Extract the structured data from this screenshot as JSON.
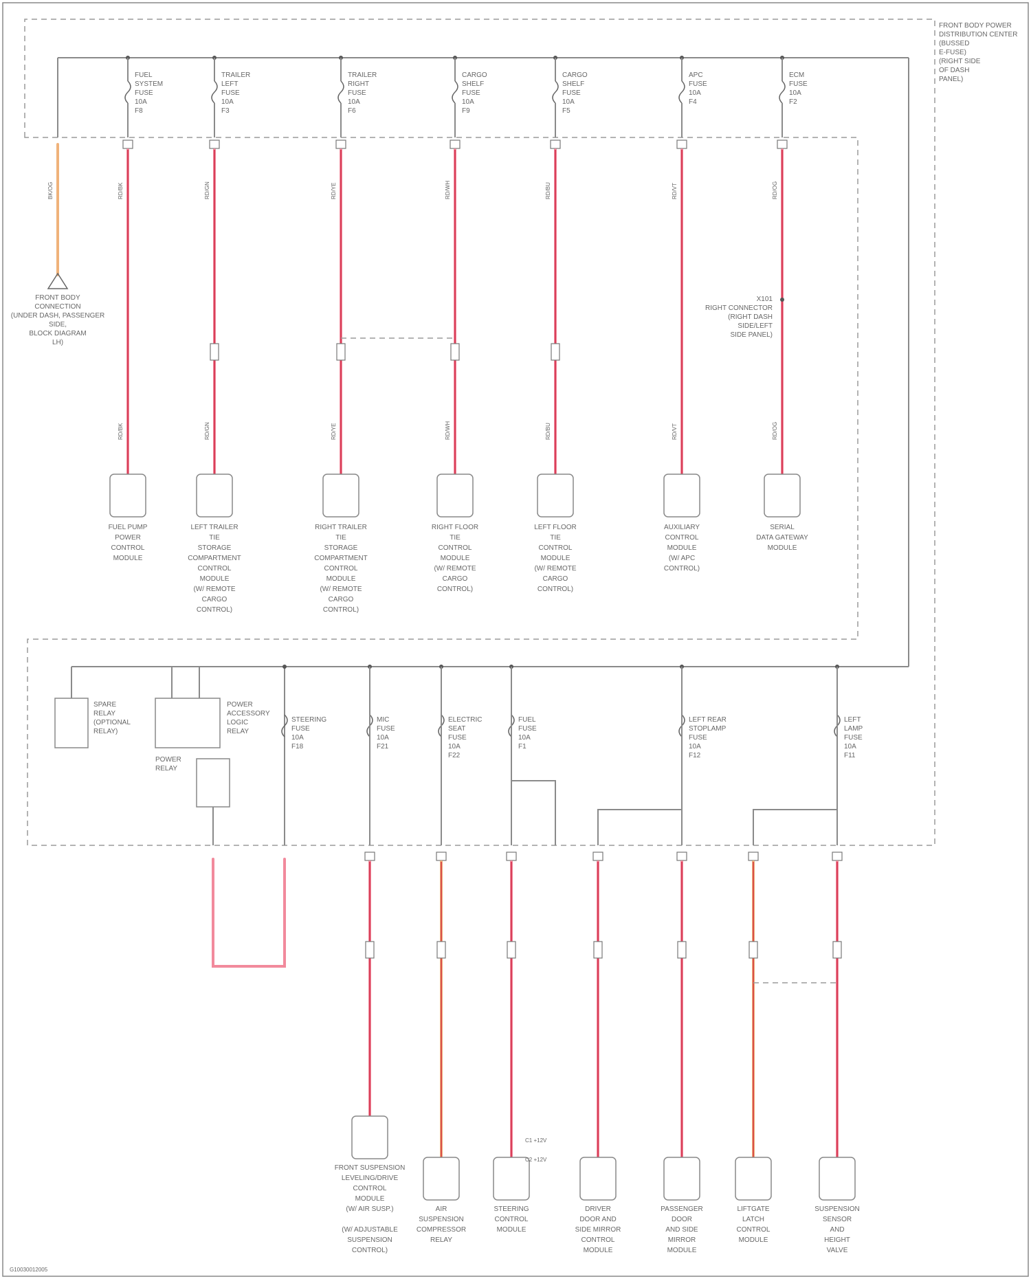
{
  "diagram": {
    "title": "Power Distribution Wiring Diagram",
    "colors": {
      "wire_red": "#f28a9c",
      "wire_red_core": "#c8102e",
      "wire_orange": "#f0b27a",
      "wire_gray": "#9a9a9a",
      "frame": "#888888"
    },
    "header_labels": [
      "FRONT BODY POWER",
      "DISTRIBUTION CENTER",
      "(BUSSED",
      "E-FUSE)",
      "(RIGHT SIDE",
      "OF DASH",
      "PANEL)"
    ],
    "upper_branches": [
      {
        "fuse_label": [
          "FUEL",
          "SYSTEM",
          "FUSE",
          "10A",
          "F8"
        ],
        "wire_code": "RD/BK",
        "component_label": [
          "FUEL PUMP",
          "POWER",
          "CONTROL",
          "MODULE"
        ]
      },
      {
        "fuse_label": [
          "TRAILER",
          "LEFT",
          "FUSE",
          "10A",
          "F3"
        ],
        "wire_code": "RD/GN",
        "component_label": [
          "LEFT TRAILER",
          "TIE",
          "STORAGE",
          "COMPARTMENT",
          "CONTROL",
          "MODULE",
          "(W/ REMOTE",
          "CARGO",
          "CONTROL)"
        ]
      },
      {
        "fuse_label": [
          "TRAILER",
          "RIGHT",
          "FUSE",
          "10A",
          "F6"
        ],
        "wire_code": "RD/YE",
        "component_label": [
          "RIGHT TRAILER",
          "TIE",
          "STORAGE",
          "COMPARTMENT",
          "CONTROL",
          "MODULE",
          "(W/ REMOTE",
          "CARGO",
          "CONTROL)"
        ]
      },
      {
        "fuse_label": [
          "CARGO",
          "SHELF",
          "FUSE",
          "10A",
          "F9"
        ],
        "wire_code": "RD/WH",
        "component_label": [
          "RIGHT FLOOR",
          "TIE",
          "CONTROL",
          "MODULE",
          "(W/ REMOTE",
          "CARGO",
          "CONTROL)"
        ]
      },
      {
        "fuse_label": [
          "CARGO",
          "SHELF",
          "FUSE",
          "10A",
          "F5"
        ],
        "wire_code": "RD/BU",
        "component_label": [
          "LEFT FLOOR",
          "TIE",
          "CONTROL",
          "MODULE",
          "(W/ REMOTE",
          "CARGO",
          "CONTROL)"
        ]
      },
      {
        "fuse_label": [
          "APC",
          "FUSE",
          "10A",
          "F4"
        ],
        "wire_code": "RD/VT",
        "component_label": [
          "AUXILIARY",
          "CONTROL",
          "MODULE",
          "(W/ APC",
          "CONTROL)"
        ]
      },
      {
        "fuse_label": [
          "ECM",
          "FUSE",
          "10A",
          "F2"
        ],
        "wire_code": "RD/OG",
        "component_label": [
          "SERIAL",
          "DATA GATEWAY",
          "MODULE"
        ]
      }
    ],
    "ground": {
      "wire_code": "BK/OG",
      "label": [
        "FRONT BODY",
        "CONNECTION",
        "(UNDER DASH, PASSENGER",
        "SIDE,",
        "BLOCK DIAGRAM",
        "LH)"
      ]
    },
    "splice_note": [
      "X101",
      "RIGHT CONNECTOR",
      "(RIGHT DASH",
      "SIDE/LEFT",
      "SIDE PANEL)"
    ],
    "relays": [
      {
        "label": [
          "SPARE",
          "RELAY",
          "(OPTIONAL",
          "RELAY)"
        ]
      },
      {
        "label": [
          "POWER",
          "ACCESSORY",
          "LOGIC",
          "RELAY"
        ]
      },
      {
        "label": [
          "POWER",
          "RELAY"
        ]
      }
    ],
    "lower_fuses": [
      {
        "label": [
          "STEERING",
          "FUSE",
          "10A",
          "F18"
        ]
      },
      {
        "label": [
          "MIC",
          "FUSE",
          "10A",
          "F21"
        ]
      },
      {
        "label": [
          "ELECTRIC",
          "SEAT",
          "FUSE",
          "10A",
          "F22"
        ]
      },
      {
        "label": [
          "FUEL",
          "FUSE",
          "10A",
          "F1"
        ]
      },
      {
        "label": [
          "LEFT REAR",
          "STOPLAMP",
          "FUSE",
          "10A",
          "F12"
        ]
      },
      {
        "label": [
          "LEFT",
          "LAMP",
          "FUSE",
          "10A",
          "F11"
        ]
      }
    ],
    "lower_components": [
      {
        "label": [
          "FRONT SUSPENSION",
          "LEVELING/DRIVE",
          "CONTROL",
          "MODULE",
          "(W/ AIR SUSP.)",
          "",
          "(W/ ADJUSTABLE",
          "SUSPENSION",
          "CONTROL)"
        ]
      },
      {
        "label": [
          "AIR",
          "SUSPENSION",
          "COMPRESSOR",
          "RELAY"
        ]
      },
      {
        "label": [
          "STEERING",
          "CONTROL",
          "MODULE"
        ]
      },
      {
        "label": [
          "DRIVER",
          "DOOR AND",
          "SIDE MIRROR",
          "CONTROL",
          "MODULE"
        ]
      },
      {
        "label": [
          "PASSENGER",
          "DOOR",
          "AND SIDE",
          "MIRROR",
          "MODULE"
        ]
      },
      {
        "label": [
          "LIFTGATE",
          "LATCH",
          "CONTROL",
          "MODULE"
        ]
      },
      {
        "label": [
          "SUSPENSION",
          "SENSOR",
          "AND",
          "HEIGHT",
          "VALVE"
        ]
      }
    ],
    "connector_callouts": [
      "C1 +12V",
      "C2 +12V"
    ],
    "footer_code": "G10030012005"
  }
}
